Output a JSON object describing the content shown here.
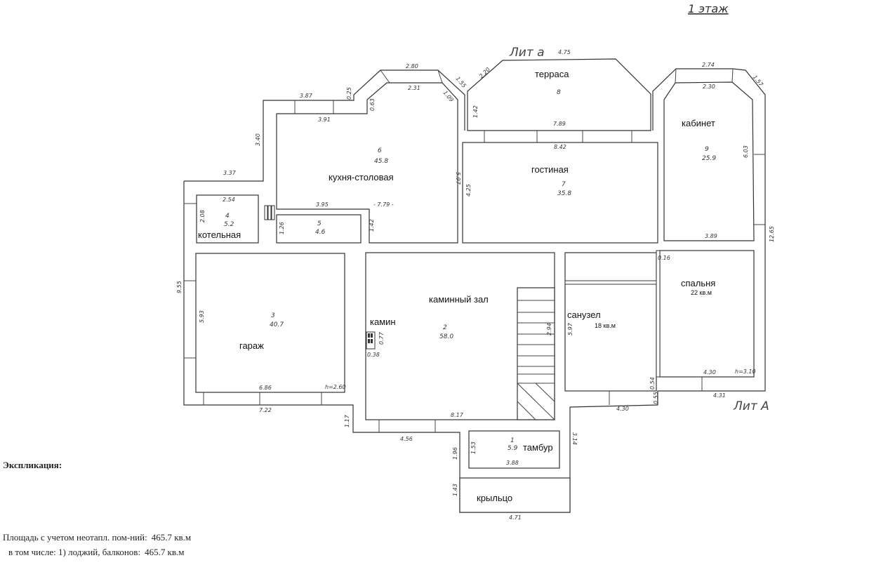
{
  "header": {
    "floor": "1 этаж",
    "lit_top": "Лит а",
    "lit_bottom": "Лит А"
  },
  "rooms": {
    "tambur": {
      "name": "тамбур",
      "number": "1",
      "area": "5.9"
    },
    "hall": {
      "name": "каминный зал",
      "number": "2",
      "area": "58.0"
    },
    "fireplace": {
      "name": "камин"
    },
    "garage": {
      "name": "гараж",
      "number": "3",
      "area": "40.7"
    },
    "boiler": {
      "name": "котельная",
      "number": "4",
      "area": "5.2"
    },
    "storage": {
      "number": "5",
      "area": "4.6"
    },
    "kitchen": {
      "name": "кухня-столовая",
      "number": "6",
      "area": "45.8"
    },
    "living": {
      "name": "гостиная",
      "number": "7",
      "area": "35.8"
    },
    "terrace": {
      "name": "терраса",
      "number": "8"
    },
    "office": {
      "name": "кабинет",
      "number": "9",
      "area": "25.9"
    },
    "bathroom": {
      "name": "санузел",
      "area": "18 кв.м"
    },
    "bedroom": {
      "name": "спальня",
      "area": "22 кв.м"
    },
    "porch": {
      "name": "крыльцо"
    }
  },
  "dims": {
    "d387": "3.87",
    "d025": "0.25",
    "d063": "0.63",
    "d391": "3.91",
    "d280": "2.80",
    "d231": "2.31",
    "d155": "1.55",
    "d109": "1.09",
    "d220": "2.20",
    "d475": "4.75",
    "d142a": "1.42",
    "d789": "7.89",
    "d842": "8.42",
    "d597a": "5.97",
    "d425": "4.25",
    "d340": "3.40",
    "d337": "3.37",
    "d254": "2.54",
    "d208": "2.08",
    "d395": "3.95",
    "d779": "- 7.79 -",
    "d126": "1.26",
    "d142b": "1.42",
    "d274": "2.74",
    "d230": "2.30",
    "d157": "1.57",
    "d603": "6.03",
    "d389": "3.89",
    "d1265": "12.65",
    "d955": "9.55",
    "d593": "5.93",
    "d686": "6.86",
    "h260": "h=2.60",
    "d722": "7.22",
    "d117": "1.17",
    "d456": "4.56",
    "d817": "8.17",
    "d077": "0.77",
    "d038": "0.38",
    "d294": "2.94",
    "d196": "1.96",
    "d153": "1.53",
    "d388": "3.88",
    "d143": "1.43",
    "d471": "4.71",
    "d314": "3.14",
    "d597b": "5.97",
    "d016": "0.16",
    "d054": "0.54",
    "d055": "0.55",
    "d430a": "4.30",
    "d430b": "4.30",
    "d431": "4.31",
    "h310": "h=3.10"
  },
  "legend": {
    "title": "Экспликация:",
    "total_label": "Площадь с учетом неотапл. пом-ний:",
    "total_value": "465.7 кв.м",
    "incl_label": "в том числе: 1) лоджий, балконов:",
    "incl_value": "465.7 кв.м"
  }
}
